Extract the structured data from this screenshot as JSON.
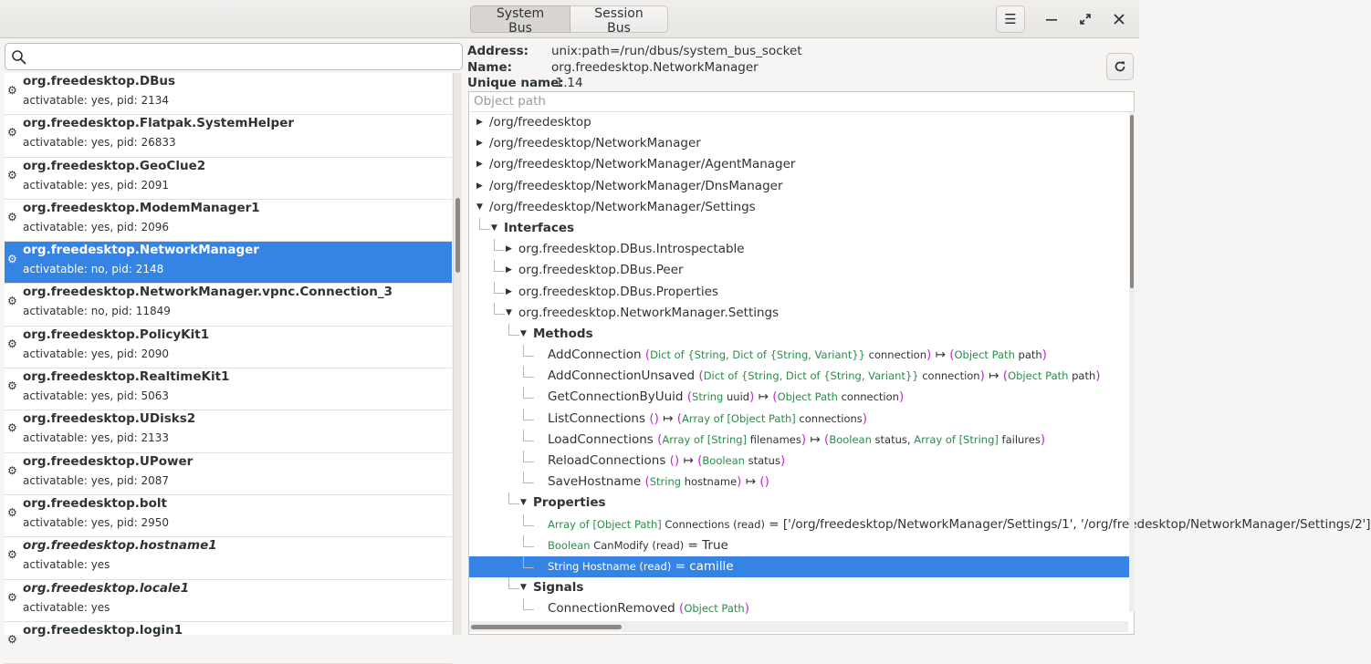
{
  "header": {
    "tabs": [
      {
        "label": "System Bus",
        "active": true
      },
      {
        "label": "Session Bus",
        "active": false
      }
    ],
    "menu_icon": "hamburger-menu-icon",
    "window_controls": [
      "minimize-icon",
      "maximize-icon",
      "close-icon"
    ]
  },
  "search": {
    "placeholder": "",
    "value": ""
  },
  "bus_list": [
    {
      "name": "org.freedesktop.DBus",
      "sub": "activatable: yes, pid: 2134",
      "italic": false,
      "selected": false
    },
    {
      "name": "org.freedesktop.Flatpak.SystemHelper",
      "sub": "activatable: yes, pid: 26833",
      "italic": false,
      "selected": false
    },
    {
      "name": "org.freedesktop.GeoClue2",
      "sub": "activatable: yes, pid: 2091",
      "italic": false,
      "selected": false
    },
    {
      "name": "org.freedesktop.ModemManager1",
      "sub": "activatable: yes, pid: 2096",
      "italic": false,
      "selected": false
    },
    {
      "name": "org.freedesktop.NetworkManager",
      "sub": "activatable: no, pid: 2148",
      "italic": false,
      "selected": true
    },
    {
      "name": "org.freedesktop.NetworkManager.vpnc.Connection_3",
      "sub": "activatable: no, pid: 11849",
      "italic": false,
      "selected": false
    },
    {
      "name": "org.freedesktop.PolicyKit1",
      "sub": "activatable: yes, pid: 2090",
      "italic": false,
      "selected": false
    },
    {
      "name": "org.freedesktop.RealtimeKit1",
      "sub": "activatable: yes, pid: 5063",
      "italic": false,
      "selected": false
    },
    {
      "name": "org.freedesktop.UDisks2",
      "sub": "activatable: yes, pid: 2133",
      "italic": false,
      "selected": false
    },
    {
      "name": "org.freedesktop.UPower",
      "sub": "activatable: yes, pid: 2087",
      "italic": false,
      "selected": false
    },
    {
      "name": "org.freedesktop.bolt",
      "sub": "activatable: yes, pid: 2950",
      "italic": false,
      "selected": false
    },
    {
      "name": "org.freedesktop.hostname1",
      "sub": "activatable: yes",
      "italic": true,
      "selected": false
    },
    {
      "name": "org.freedesktop.locale1",
      "sub": "activatable: yes",
      "italic": true,
      "selected": false
    },
    {
      "name": "org.freedesktop.login1",
      "sub": "",
      "italic": false,
      "selected": false
    }
  ],
  "info": {
    "address_label": "Address:",
    "address": "unix:path=/run/dbus/system_bus_socket",
    "name_label": "Name:",
    "name": "org.freedesktop.NetworkManager",
    "unique_label": "Unique name:",
    "unique": ":1.14"
  },
  "tree": {
    "header": "Object path",
    "rows": [
      {
        "level": 0,
        "expander": "collapsed",
        "parts": [
          {
            "t": "/org/freedesktop",
            "c": "n"
          }
        ]
      },
      {
        "level": 0,
        "expander": "collapsed",
        "parts": [
          {
            "t": "/org/freedesktop/NetworkManager",
            "c": "n"
          }
        ]
      },
      {
        "level": 0,
        "expander": "collapsed",
        "parts": [
          {
            "t": "/org/freedesktop/NetworkManager/AgentManager",
            "c": "n"
          }
        ]
      },
      {
        "level": 0,
        "expander": "collapsed",
        "parts": [
          {
            "t": "/org/freedesktop/NetworkManager/DnsManager",
            "c": "n"
          }
        ]
      },
      {
        "level": 0,
        "expander": "expanded",
        "parts": [
          {
            "t": "/org/freedesktop/NetworkManager/Settings",
            "c": "n"
          }
        ]
      },
      {
        "level": 1,
        "expander": "expanded",
        "parts": [
          {
            "t": "Interfaces",
            "c": "b"
          }
        ]
      },
      {
        "level": 2,
        "expander": "collapsed",
        "parts": [
          {
            "t": "org.freedesktop.DBus.Introspectable",
            "c": "n"
          }
        ]
      },
      {
        "level": 2,
        "expander": "collapsed",
        "parts": [
          {
            "t": "org.freedesktop.DBus.Peer",
            "c": "n"
          }
        ]
      },
      {
        "level": 2,
        "expander": "collapsed",
        "parts": [
          {
            "t": "org.freedesktop.DBus.Properties",
            "c": "n"
          }
        ]
      },
      {
        "level": 2,
        "expander": "expanded",
        "parts": [
          {
            "t": "org.freedesktop.NetworkManager.Settings",
            "c": "n"
          }
        ]
      },
      {
        "level": 3,
        "expander": "expanded",
        "parts": [
          {
            "t": "Methods",
            "c": "b"
          }
        ]
      },
      {
        "level": 4,
        "expander": "none",
        "parts": [
          {
            "t": "AddConnection ",
            "c": "n"
          },
          {
            "t": "(",
            "c": "p"
          },
          {
            "t": "Dict of {String, Dict of {String, Variant}}",
            "c": "ty"
          },
          {
            "t": " connection",
            "c": "s"
          },
          {
            "t": ")",
            "c": "p"
          },
          {
            "t": " ↦ ",
            "c": "ar"
          },
          {
            "t": "(",
            "c": "p"
          },
          {
            "t": "Object Path",
            "c": "ty"
          },
          {
            "t": " path",
            "c": "s"
          },
          {
            "t": ")",
            "c": "p"
          }
        ]
      },
      {
        "level": 4,
        "expander": "none",
        "parts": [
          {
            "t": "AddConnectionUnsaved ",
            "c": "n"
          },
          {
            "t": "(",
            "c": "p"
          },
          {
            "t": "Dict of {String, Dict of {String, Variant}}",
            "c": "ty"
          },
          {
            "t": " connection",
            "c": "s"
          },
          {
            "t": ")",
            "c": "p"
          },
          {
            "t": " ↦ ",
            "c": "ar"
          },
          {
            "t": "(",
            "c": "p"
          },
          {
            "t": "Object Path",
            "c": "ty"
          },
          {
            "t": " path",
            "c": "s"
          },
          {
            "t": ")",
            "c": "p"
          }
        ]
      },
      {
        "level": 4,
        "expander": "none",
        "parts": [
          {
            "t": "GetConnectionByUuid ",
            "c": "n"
          },
          {
            "t": "(",
            "c": "p"
          },
          {
            "t": "String",
            "c": "ty"
          },
          {
            "t": " uuid",
            "c": "s"
          },
          {
            "t": ")",
            "c": "p"
          },
          {
            "t": " ↦ ",
            "c": "ar"
          },
          {
            "t": "(",
            "c": "p"
          },
          {
            "t": "Object Path",
            "c": "ty"
          },
          {
            "t": " connection",
            "c": "s"
          },
          {
            "t": ")",
            "c": "p"
          }
        ]
      },
      {
        "level": 4,
        "expander": "none",
        "parts": [
          {
            "t": "ListConnections ",
            "c": "n"
          },
          {
            "t": "()",
            "c": "p"
          },
          {
            "t": " ↦ ",
            "c": "ar"
          },
          {
            "t": "(",
            "c": "p"
          },
          {
            "t": "Array of [Object Path]",
            "c": "ty"
          },
          {
            "t": " connections",
            "c": "s"
          },
          {
            "t": ")",
            "c": "p"
          }
        ]
      },
      {
        "level": 4,
        "expander": "none",
        "parts": [
          {
            "t": "LoadConnections ",
            "c": "n"
          },
          {
            "t": "(",
            "c": "p"
          },
          {
            "t": "Array of [String]",
            "c": "ty"
          },
          {
            "t": " filenames",
            "c": "s"
          },
          {
            "t": ")",
            "c": "p"
          },
          {
            "t": " ↦ ",
            "c": "ar"
          },
          {
            "t": "(",
            "c": "p"
          },
          {
            "t": "Boolean",
            "c": "ty"
          },
          {
            "t": " status, ",
            "c": "s"
          },
          {
            "t": "Array of [String]",
            "c": "ty"
          },
          {
            "t": " failures",
            "c": "s"
          },
          {
            "t": ")",
            "c": "p"
          }
        ]
      },
      {
        "level": 4,
        "expander": "none",
        "parts": [
          {
            "t": "ReloadConnections ",
            "c": "n"
          },
          {
            "t": "()",
            "c": "p"
          },
          {
            "t": " ↦ ",
            "c": "ar"
          },
          {
            "t": "(",
            "c": "p"
          },
          {
            "t": "Boolean",
            "c": "ty"
          },
          {
            "t": " status",
            "c": "s"
          },
          {
            "t": ")",
            "c": "p"
          }
        ]
      },
      {
        "level": 4,
        "expander": "none",
        "parts": [
          {
            "t": "SaveHostname ",
            "c": "n"
          },
          {
            "t": "(",
            "c": "p"
          },
          {
            "t": "String",
            "c": "ty"
          },
          {
            "t": " hostname",
            "c": "s"
          },
          {
            "t": ")",
            "c": "p"
          },
          {
            "t": " ↦ ",
            "c": "ar"
          },
          {
            "t": "()",
            "c": "p"
          }
        ]
      },
      {
        "level": 3,
        "expander": "expanded",
        "parts": [
          {
            "t": "Properties",
            "c": "b"
          }
        ]
      },
      {
        "level": 4,
        "expander": "none",
        "parts": [
          {
            "t": "Array of [Object Path]",
            "c": "ty"
          },
          {
            "t": " Connections (read)",
            "c": "s"
          },
          {
            "t": " = ['/org/freedesktop/NetworkManager/Settings/1', '/org/freedesktop/NetworkManager/Settings/2']",
            "c": "n"
          }
        ]
      },
      {
        "level": 4,
        "expander": "none",
        "parts": [
          {
            "t": "Boolean",
            "c": "ty"
          },
          {
            "t": " CanModify (read)",
            "c": "s"
          },
          {
            "t": " = True",
            "c": "n"
          }
        ]
      },
      {
        "level": 4,
        "expander": "none",
        "selected": true,
        "parts": [
          {
            "t": "String",
            "c": "ty"
          },
          {
            "t": " Hostname (read)",
            "c": "s"
          },
          {
            "t": " = camille",
            "c": "n"
          }
        ]
      },
      {
        "level": 3,
        "expander": "expanded",
        "parts": [
          {
            "t": "Signals",
            "c": "b"
          }
        ]
      },
      {
        "level": 4,
        "expander": "none",
        "parts": [
          {
            "t": "ConnectionRemoved ",
            "c": "n"
          },
          {
            "t": "(",
            "c": "p"
          },
          {
            "t": "Object Path",
            "c": "ty"
          },
          {
            "t": ")",
            "c": "p"
          }
        ]
      }
    ]
  }
}
